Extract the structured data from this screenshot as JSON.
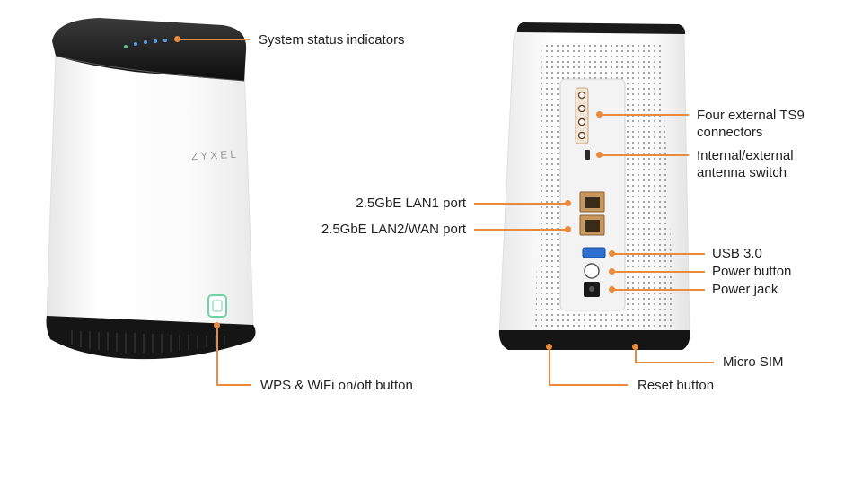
{
  "accent_color": "#ec8a3c",
  "front_device": {
    "brand": "ZYXEL"
  },
  "labels": {
    "system_status": "System status indicators",
    "wps_wifi": "WPS & WiFi on/off button",
    "ts9_connectors": "Four external TS9\nconnectors",
    "antenna_switch": "Internal/external\nantenna switch",
    "lan1": "2.5GbE LAN1 port",
    "lan2_wan": "2.5GbE LAN2/WAN port",
    "usb": "USB 3.0",
    "power_button": "Power button",
    "power_jack": "Power jack",
    "micro_sim": "Micro SIM",
    "reset": "Reset button"
  }
}
